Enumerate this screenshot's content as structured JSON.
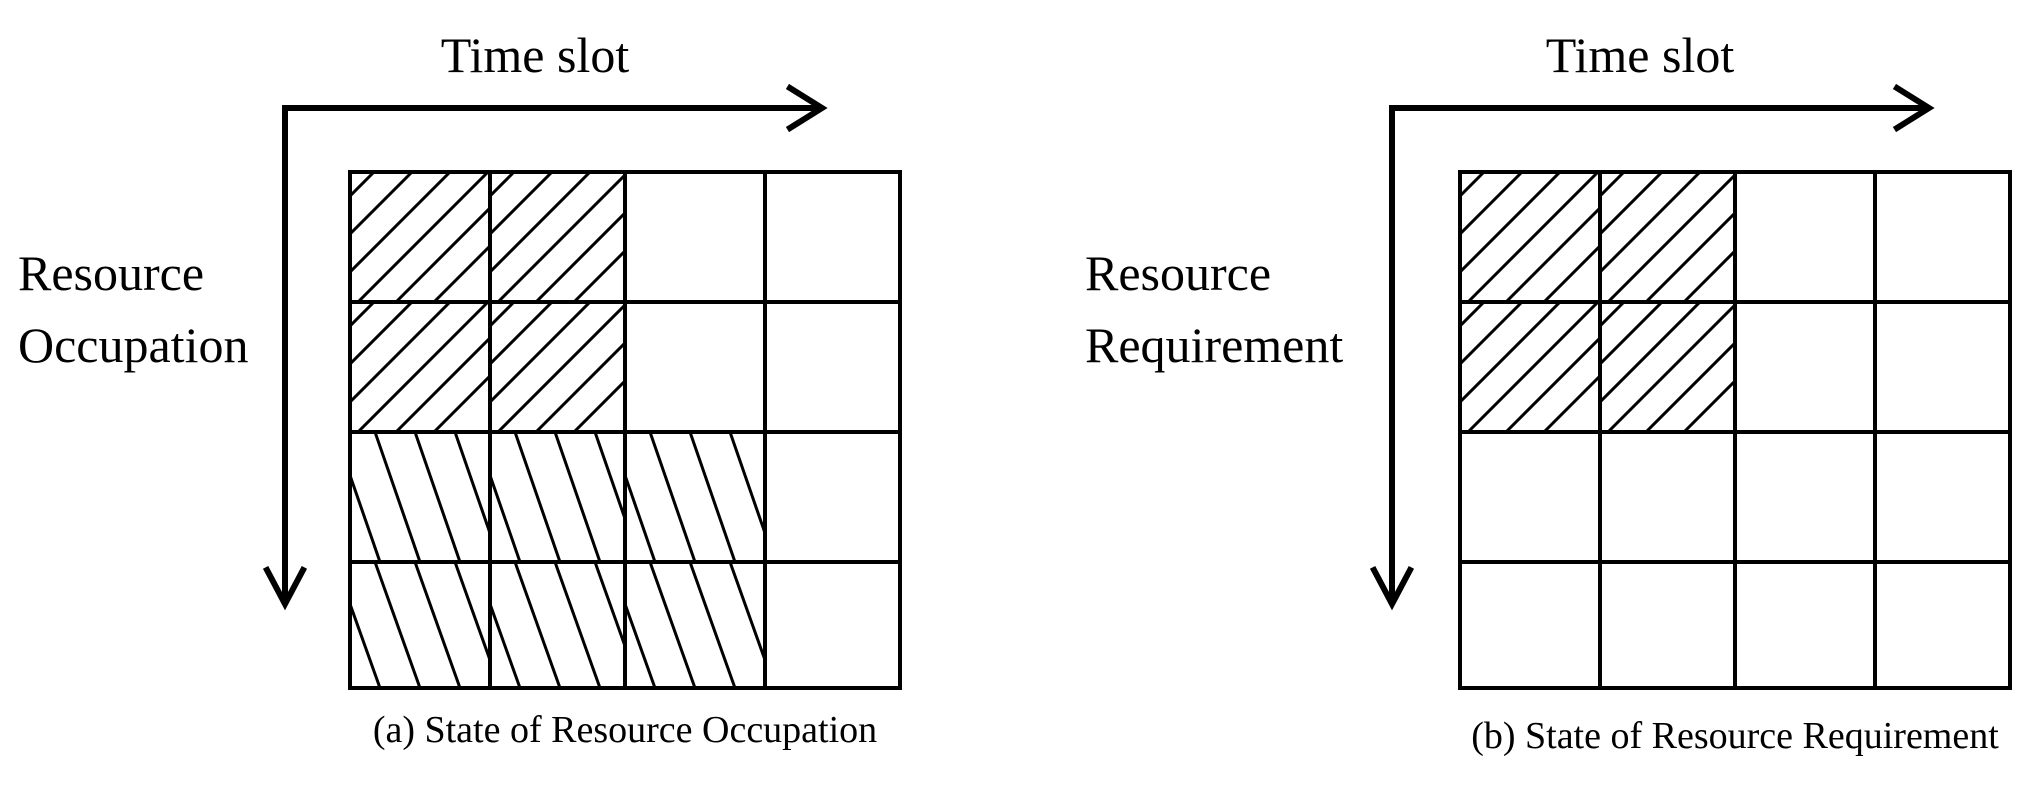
{
  "panels": [
    {
      "id": "a",
      "axis_title": "Time slot",
      "side_label_lines": [
        "Resource",
        "Occupation"
      ],
      "caption": "(a) State of Resource Occupation",
      "rows": 4,
      "cols": 4,
      "cells": [
        [
          "forward-hatch",
          "forward-hatch",
          "empty",
          "empty"
        ],
        [
          "forward-hatch",
          "forward-hatch",
          "empty",
          "empty"
        ],
        [
          "back-hatch",
          "back-hatch",
          "back-hatch",
          "empty"
        ],
        [
          "back-hatch",
          "back-hatch",
          "back-hatch",
          "empty"
        ]
      ]
    },
    {
      "id": "b",
      "axis_title": "Time slot",
      "side_label_lines": [
        "Resource",
        "Requirement"
      ],
      "caption": "(b) State of Resource Requirement",
      "rows": 4,
      "cols": 4,
      "cells": [
        [
          "forward-hatch",
          "forward-hatch",
          "empty",
          "empty"
        ],
        [
          "forward-hatch",
          "forward-hatch",
          "empty",
          "empty"
        ],
        [
          "empty",
          "empty",
          "empty",
          "empty"
        ],
        [
          "empty",
          "empty",
          "empty",
          "empty"
        ]
      ]
    }
  ],
  "colors": {
    "line": "#000000",
    "background": "#ffffff"
  }
}
